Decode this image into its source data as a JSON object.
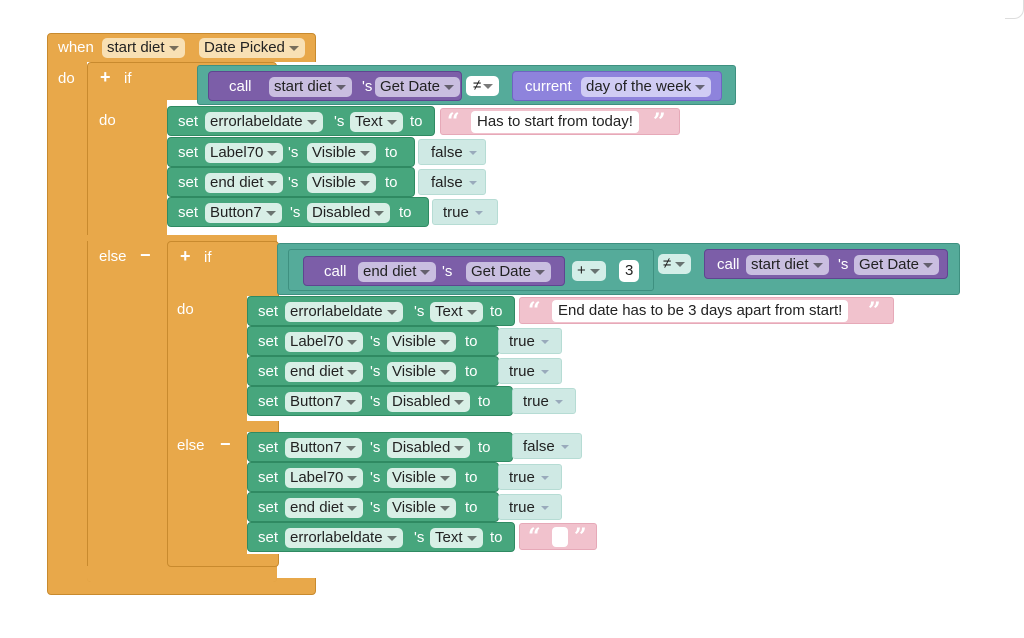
{
  "event": {
    "when": "when",
    "component": "start diet",
    "event_name": "Date Picked",
    "do": "do"
  },
  "if1": {
    "if": "if",
    "plus": "+",
    "call": "call",
    "component": "start diet",
    "apos": "'s",
    "method": "Get Date",
    "op": "≠",
    "current": "current",
    "unit": "day of the week",
    "do": "do",
    "else": "else",
    "minus": "−"
  },
  "do1": [
    {
      "set": "set",
      "component": "errorlabeldate",
      "apos": "'s",
      "prop": "Text",
      "to": "to",
      "value": "Has to start from today!"
    },
    {
      "set": "set",
      "component": "Label70",
      "apos": "'s",
      "prop": "Visible",
      "to": "to",
      "value": "false"
    },
    {
      "set": "set",
      "component": "end diet",
      "apos": "'s",
      "prop": "Visible",
      "to": "to",
      "value": "false"
    },
    {
      "set": "set",
      "component": "Button7",
      "apos": "'s",
      "prop": "Disabled",
      "to": "to",
      "value": "true"
    }
  ],
  "if2": {
    "if": "if",
    "plus": "+",
    "call1": "call",
    "component1": "end diet",
    "apos": "'s",
    "method1": "Get Date",
    "math_op": "+",
    "number": "3",
    "op": "≠",
    "call2": "call",
    "component2": "start diet",
    "method2": "Get Date",
    "do": "do",
    "else": "else",
    "minus": "−"
  },
  "do2": [
    {
      "set": "set",
      "component": "errorlabeldate",
      "apos": "'s",
      "prop": "Text",
      "to": "to",
      "value": "End date has to be 3 days apart from start!"
    },
    {
      "set": "set",
      "component": "Label70",
      "apos": "'s",
      "prop": "Visible",
      "to": "to",
      "value": "true"
    },
    {
      "set": "set",
      "component": "end diet",
      "apos": "'s",
      "prop": "Visible",
      "to": "to",
      "value": "true"
    },
    {
      "set": "set",
      "component": "Button7",
      "apos": "'s",
      "prop": "Disabled",
      "to": "to",
      "value": "true"
    }
  ],
  "else2": [
    {
      "set": "set",
      "component": "Button7",
      "apos": "'s",
      "prop": "Disabled",
      "to": "to",
      "value": "false"
    },
    {
      "set": "set",
      "component": "Label70",
      "apos": "'s",
      "prop": "Visible",
      "to": "to",
      "value": "true"
    },
    {
      "set": "set",
      "component": "end diet",
      "apos": "'s",
      "prop": "Visible",
      "to": "to",
      "value": "true"
    },
    {
      "set": "set",
      "component": "errorlabeldate",
      "apos": "'s",
      "prop": "Text",
      "to": "to",
      "value": ""
    }
  ],
  "colors": {
    "event": "#e8a84a",
    "set": "#47a67d",
    "logic": "#55ab9a",
    "call": "#7c5ea8",
    "date": "#8e83dc",
    "text": "#f1c2cd",
    "bool": "#cfe9e4"
  }
}
